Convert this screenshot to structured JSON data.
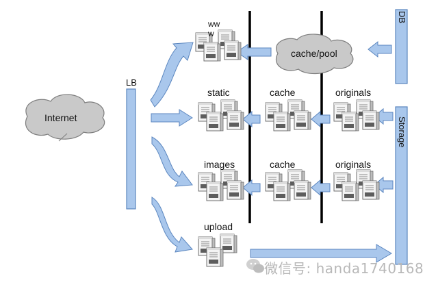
{
  "labels": {
    "internet": "Internet",
    "lb": "LB",
    "www": "ww\nw",
    "cache_pool": "cache/pool",
    "db": "DB",
    "static": "static",
    "cache_static": "cache",
    "originals_static": "originals",
    "storage": "Storage",
    "images": "images",
    "cache_images": "cache",
    "originals_images": "originals",
    "upload": "upload"
  },
  "watermark": {
    "text": "微信号: handa1740168",
    "icon": "wechat-icon"
  },
  "colors": {
    "arrow_fill": "#a9c7ec",
    "arrow_stroke": "#5b86bf",
    "bar_fill": "#a9c7ec",
    "cloud_fill": "#c9c9c9",
    "server_light": "#f2f2f2",
    "server_dark": "#6f6f6f",
    "divider": "#000000"
  },
  "icons": [
    "server-stack-icon",
    "cloud-icon",
    "arrow-icon",
    "wechat-icon"
  ]
}
